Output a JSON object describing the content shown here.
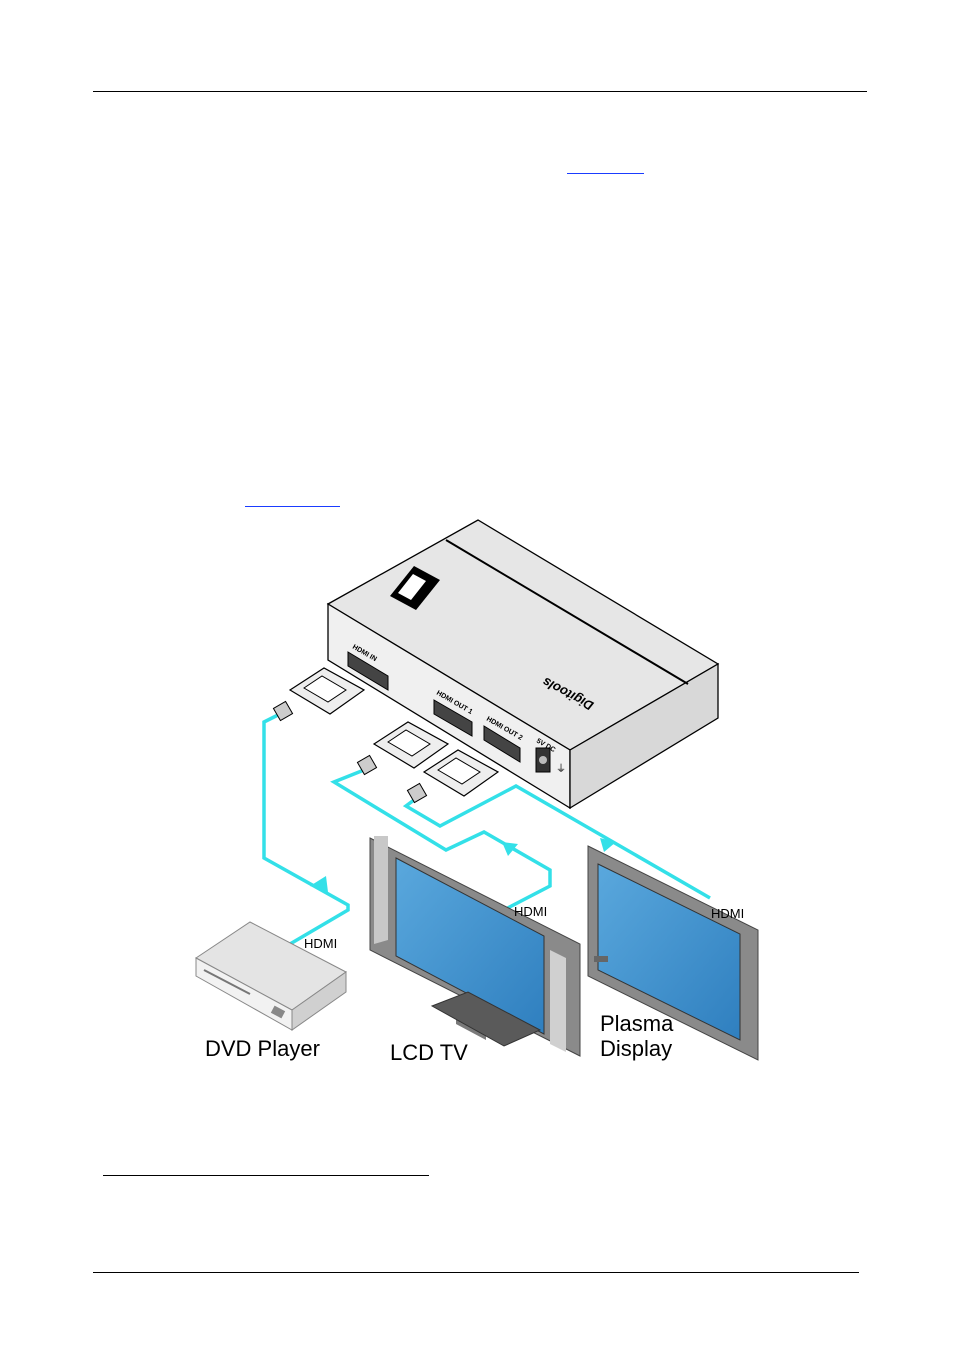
{
  "diagram": {
    "ports": {
      "hdmi_in": "HDMI IN",
      "hdmi_out1": "HDMI OUT 1",
      "hdmi_out2": "HDMI OUT 2",
      "power": "5V DC"
    },
    "brand": "Digitools",
    "cable_label": "HDMI",
    "devices": {
      "dvd": "DVD Player",
      "lcd": "LCD TV",
      "plasma_line1": "Plasma",
      "plasma_line2": "Display"
    }
  },
  "colors": {
    "cable": "#33e0e8",
    "screen": "#3f8fc8",
    "frame": "#8a8a8a",
    "device": "#e2e2e2"
  }
}
